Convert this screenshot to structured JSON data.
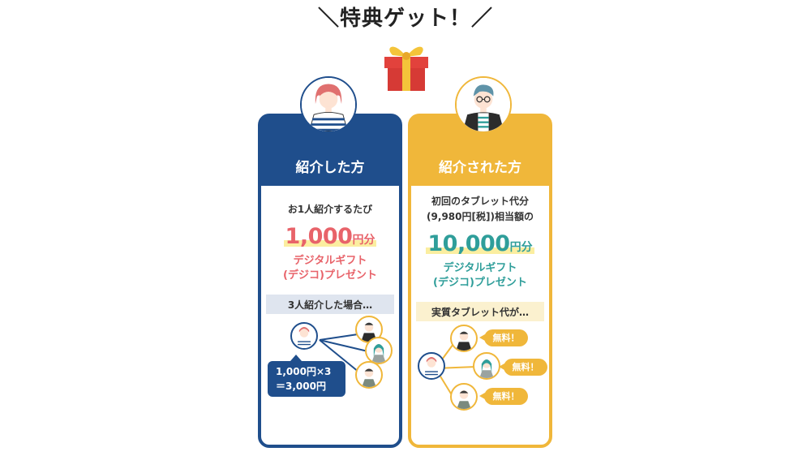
{
  "heading": "＼特典ゲット！／",
  "referrer": {
    "title": "紹介した方",
    "intro": "お1人紹介するたび",
    "amount_number": "1,000",
    "amount_unit": "円分",
    "gift_line1": "デジタルギフト",
    "gift_line2": "(デジコ)プレゼント",
    "example_band": "3人紹介した場合…",
    "calc_line1": "1,000円×3",
    "calc_line2": "＝3,000円"
  },
  "referee": {
    "title": "紹介された方",
    "intro_line1": "初回のタブレット代分",
    "intro_line2": "(9,980円[税])相当額の",
    "amount_number": "10,000",
    "amount_unit": "円分",
    "gift_line1": "デジタルギフト",
    "gift_line2": "(デジコ)プレゼント",
    "example_band": "実質タブレット代が…",
    "free_labels": [
      "無料！",
      "無料！",
      "無料！"
    ]
  },
  "icons": {
    "gift": "gift-box-icon",
    "referrer_avatar": "woman-avatar-icon",
    "referee_avatar": "man-glasses-avatar-icon"
  },
  "colors": {
    "navy": "#1f4e8c",
    "yellow": "#f0b73a",
    "coral": "#e8636a",
    "teal": "#2f9e9a",
    "highlight": "#fbeea0"
  }
}
